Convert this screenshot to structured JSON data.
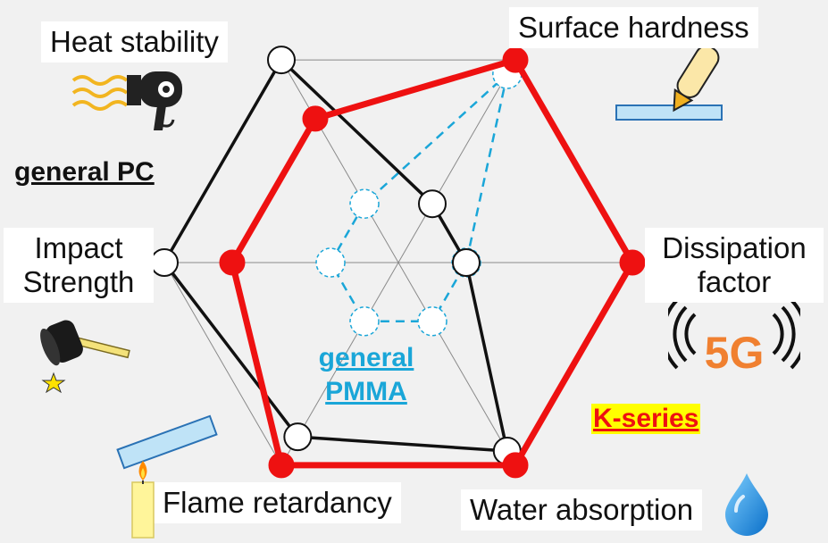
{
  "axes": [
    {
      "id": "surface_hardness",
      "label": "Surface hardness"
    },
    {
      "id": "dissipation_factor",
      "label": "Dissipation factor"
    },
    {
      "id": "water_absorption",
      "label": "Water absorption"
    },
    {
      "id": "flame_retardancy",
      "label": "Flame retardancy"
    },
    {
      "id": "impact_strength",
      "label": "Impact Strength"
    },
    {
      "id": "heat_stability",
      "label": "Heat stability"
    }
  ],
  "series": [
    {
      "name": "general PC",
      "color": "#111111",
      "style": "solid-hollow-markers",
      "values": [
        0.29,
        0.29,
        0.93,
        0.86,
        1.0,
        1.0
      ]
    },
    {
      "name": "general PMMA",
      "color": "#1aa6d8",
      "style": "dashed-dashed-markers",
      "values": [
        0.93,
        0.29,
        0.29,
        0.29,
        0.29,
        0.29
      ]
    },
    {
      "name": "K-series",
      "color": "#ee1111",
      "style": "thick-filled-markers",
      "values": [
        1.0,
        1.0,
        1.0,
        1.0,
        0.71,
        0.71
      ]
    }
  ],
  "legend": {
    "pc": "general PC",
    "pmma_line1": "general",
    "pmma_line2": "PMMA",
    "k": "K-series",
    "k_highlight": "#ffff00"
  },
  "labels": {
    "heat": "Heat stability",
    "surface": "Surface hardness",
    "impact_line1": "Impact",
    "impact_line2": "Strength",
    "dissipation_line1": "Dissipation",
    "dissipation_line2": "factor",
    "flame": "Flame retardancy",
    "water": "Water absorption",
    "five_g": "5G"
  },
  "icons": [
    "hair-dryer-icon",
    "pencil-on-surface-icon",
    "hammer-icon",
    "signal-waves-icon",
    "candle-icon",
    "water-drop-icon"
  ],
  "colors": {
    "grid": "#8a8a8a",
    "background": "#f1f1f1",
    "five_g": "#f08030"
  }
}
